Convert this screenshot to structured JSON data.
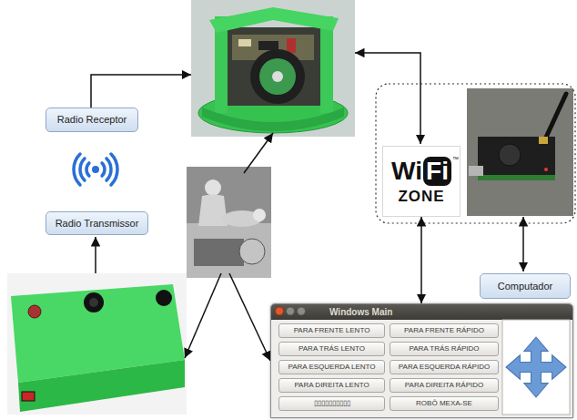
{
  "diagram": {
    "nodes": [
      {
        "text": [
          "Radio Receptor"
        ]
      },
      {
        "text": [
          "Wi",
          "Fi",
          "ZONE"
        ]
      },
      {
        "text": [
          "Radio Transmissor"
        ]
      },
      {
        "text": [
          "Computador"
        ]
      },
      {
        "text": [
          "Windows Main"
        ]
      },
      {
        "text": [
          "PARA FRENTE LENTO"
        ],
        "in": 4
      },
      {
        "text": [
          "PARA FRENTE RÁPIDO"
        ],
        "in": 4
      },
      {
        "text": [
          "PARA TRÁS LENTO"
        ],
        "in": 4
      },
      {
        "text": [
          "PARA TRÁS RÁPIDO"
        ],
        "in": 4
      },
      {
        "text": [
          "PARA ESQUERDA LENTO"
        ],
        "in": 4
      },
      {
        "text": [
          "PARA ESQUERDA RÁPIDO"
        ],
        "in": 4
      },
      {
        "text": [
          "PARA DIREITA LENTO"
        ],
        "in": 4
      },
      {
        "text": [
          "PARA DIREITA RÁPIDO"
        ],
        "in": 4
      },
      {
        "text": [
          "▯▯▯▯▯▯▯▯▯▯"
        ],
        "in": 4
      },
      {
        "text": [
          "ROBÔ MEXA-SE"
        ],
        "in": 4
      }
    ],
    "edges": [
      {
        "from": 1,
        "to": 4,
        "arrow": "both"
      }
    ],
    "labels": [
      "™"
    ]
  }
}
